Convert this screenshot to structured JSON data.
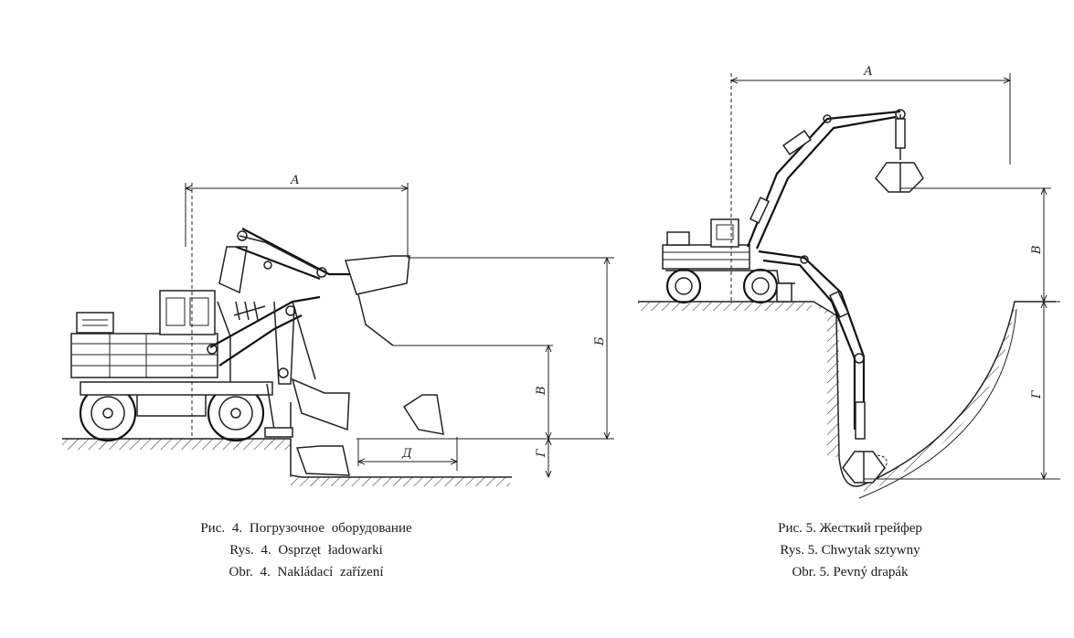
{
  "figure4": {
    "caption": [
      "Рис.  4.  Погрузочное  оборудование",
      "Rys. 4. Osprzęt ładowarki",
      "Obr. 4. Nakládací zařízení"
    ],
    "dimension_labels": {
      "a": "А",
      "b": "Б",
      "v": "В",
      "g": "Г",
      "d": "Д"
    }
  },
  "figure5": {
    "caption": [
      "Рис. 5. Жесткий грейфер",
      "Rys. 5. Chwytak sztywny",
      "Obr. 5. Pevný drapák"
    ],
    "dimension_labels": {
      "a": "А",
      "v": "В",
      "g": "Г"
    }
  }
}
